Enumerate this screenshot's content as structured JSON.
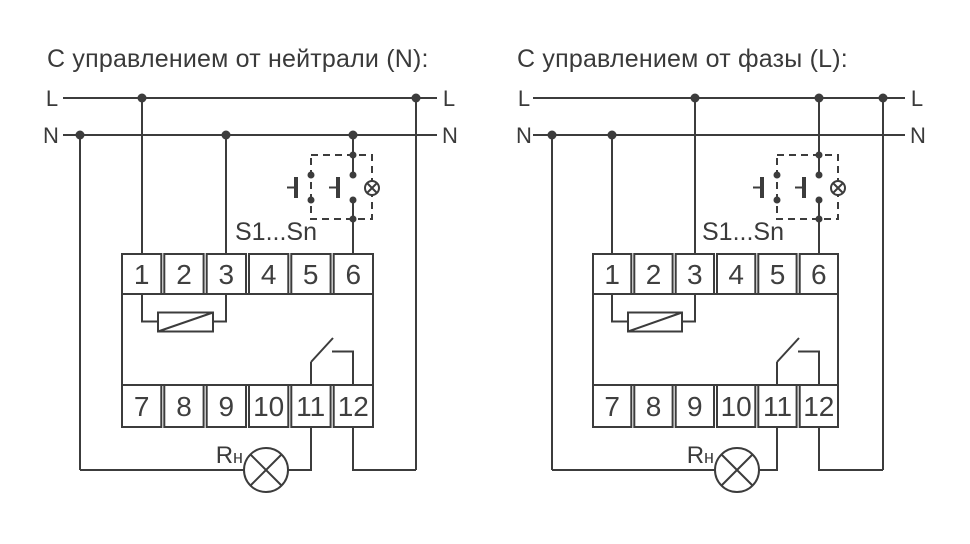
{
  "canvas": {
    "background": "#ffffff",
    "ink": "#3c3c3c"
  },
  "diagrams": [
    {
      "title": "С управлением от нейтрали (N):",
      "phase_label_left": "L",
      "phase_label_right": "L",
      "neutral_label_left": "N",
      "neutral_label_right": "N",
      "buttons_label": "S1...Sn",
      "load_label": {
        "main": "R",
        "sub": "н"
      },
      "terminals_top": [
        "1",
        "2",
        "3",
        "4",
        "5",
        "6"
      ],
      "terminals_bottom": [
        "7",
        "8",
        "9",
        "10",
        "11",
        "12"
      ]
    },
    {
      "title": "С управлением от фазы (L):",
      "phase_label_left": "L",
      "phase_label_right": "L",
      "neutral_label_left": "N",
      "neutral_label_right": "N",
      "buttons_label": "S1...Sn",
      "load_label": {
        "main": "R",
        "sub": "н"
      },
      "terminals_top": [
        "1",
        "2",
        "3",
        "4",
        "5",
        "6"
      ],
      "terminals_bottom": [
        "7",
        "8",
        "9",
        "10",
        "11",
        "12"
      ]
    }
  ]
}
